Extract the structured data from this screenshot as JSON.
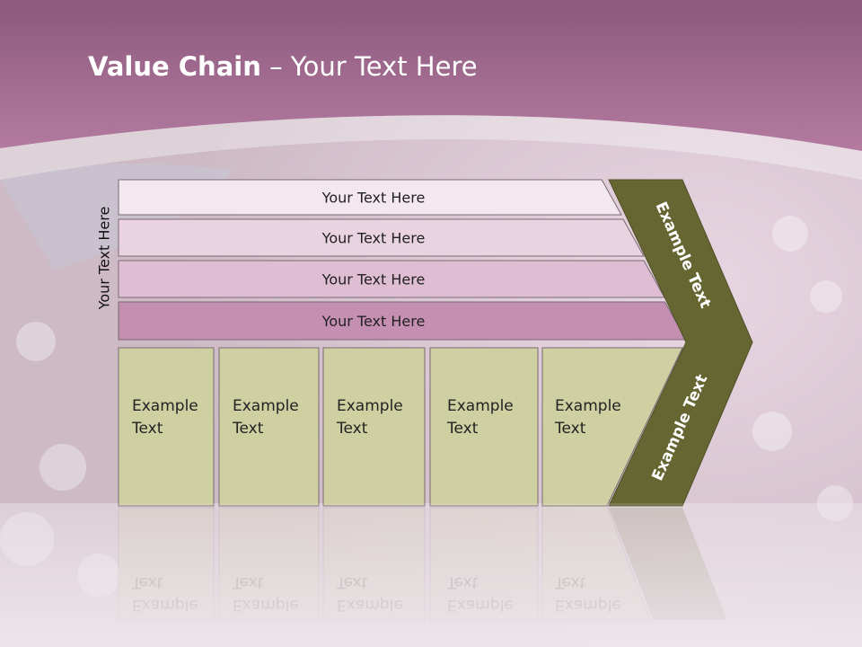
{
  "title": {
    "bold": "Value Chain",
    "rest": " – Your Text Here"
  },
  "side_label": "Your Text Here",
  "rows": [
    {
      "label": "Your Text Here",
      "fill": "#f3e8ef"
    },
    {
      "label": "Your Text Here",
      "fill": "#ead3e1"
    },
    {
      "label": "Your Text Here",
      "fill": "#dfbdd2"
    },
    {
      "label": "Your Text Here",
      "fill": "#c58fb1"
    }
  ],
  "columns": [
    {
      "label": "Example\nText"
    },
    {
      "label": "Example\nText"
    },
    {
      "label": "Example\nText"
    },
    {
      "label": "Example\nText"
    },
    {
      "label": "Example\nText"
    }
  ],
  "chevron_top_label": "Example Text",
  "chevron_bottom_label": "Example Text",
  "colors": {
    "header": "#a86b93",
    "column_fill": "#ced0a2",
    "chevron": "#666633",
    "outline": "#7a6a72"
  }
}
